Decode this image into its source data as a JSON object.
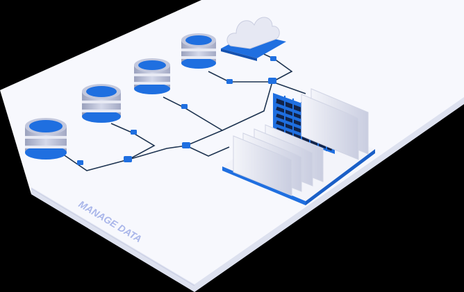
{
  "illustration": {
    "caption": "MANAGE DATA",
    "colors": {
      "board": "#f7f8fd",
      "board_edge": "#dde1ef",
      "accent": "#1f6fe0",
      "line": "#1d3350",
      "caption": "#a9b6ea",
      "cylinder": "#b7bdd6",
      "panel": "#e9ebf3",
      "grid_cell": "#12244a"
    },
    "elements": [
      "database-1",
      "database-2",
      "database-3",
      "database-4",
      "cloud",
      "server-rack"
    ]
  }
}
